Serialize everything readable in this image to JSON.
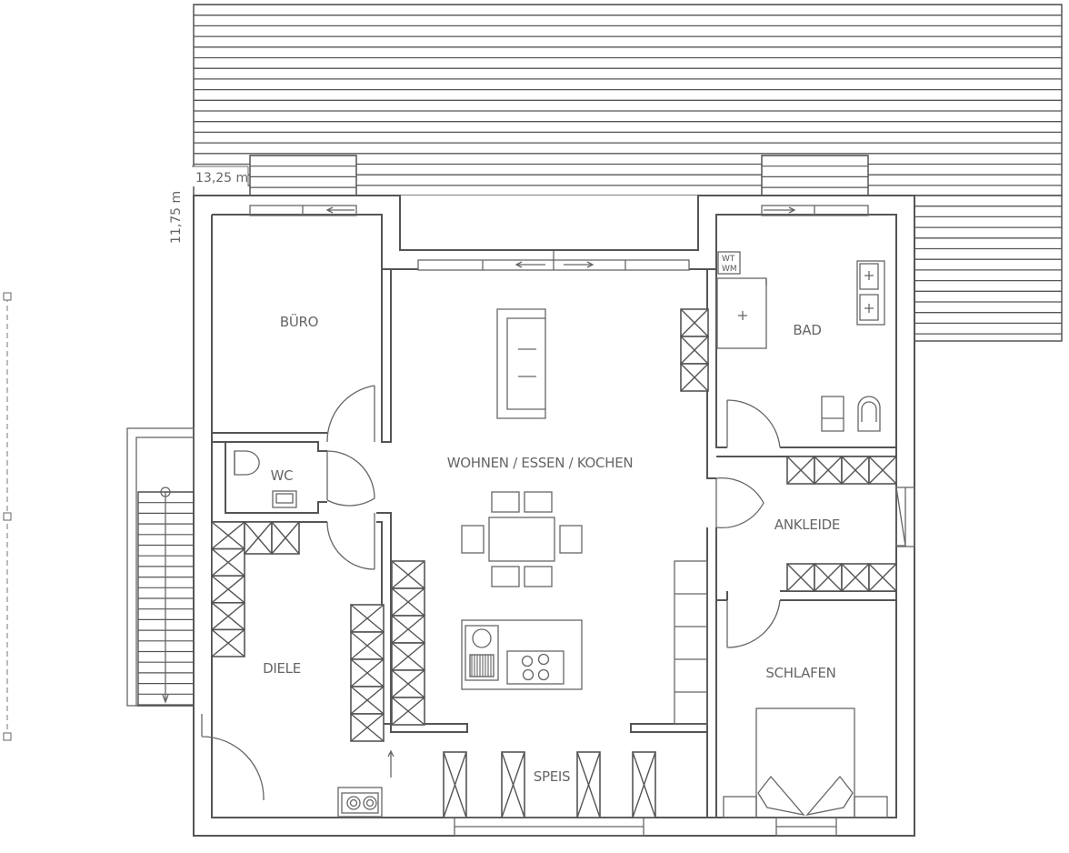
{
  "rooms": {
    "buero": "BÜRO",
    "wc": "WC",
    "wohnen": "WOHNEN / ESSEN / KOCHEN",
    "bad": "BAD",
    "ankleide": "ANKLEIDE",
    "diele": "DIELE",
    "schlafen": "SCHLAFEN",
    "speis": "SPEIS"
  },
  "dimensions": {
    "width": "13,25 m",
    "depth": "11,75 m"
  },
  "appliances": {
    "wt": "WT",
    "wm": "WM"
  }
}
